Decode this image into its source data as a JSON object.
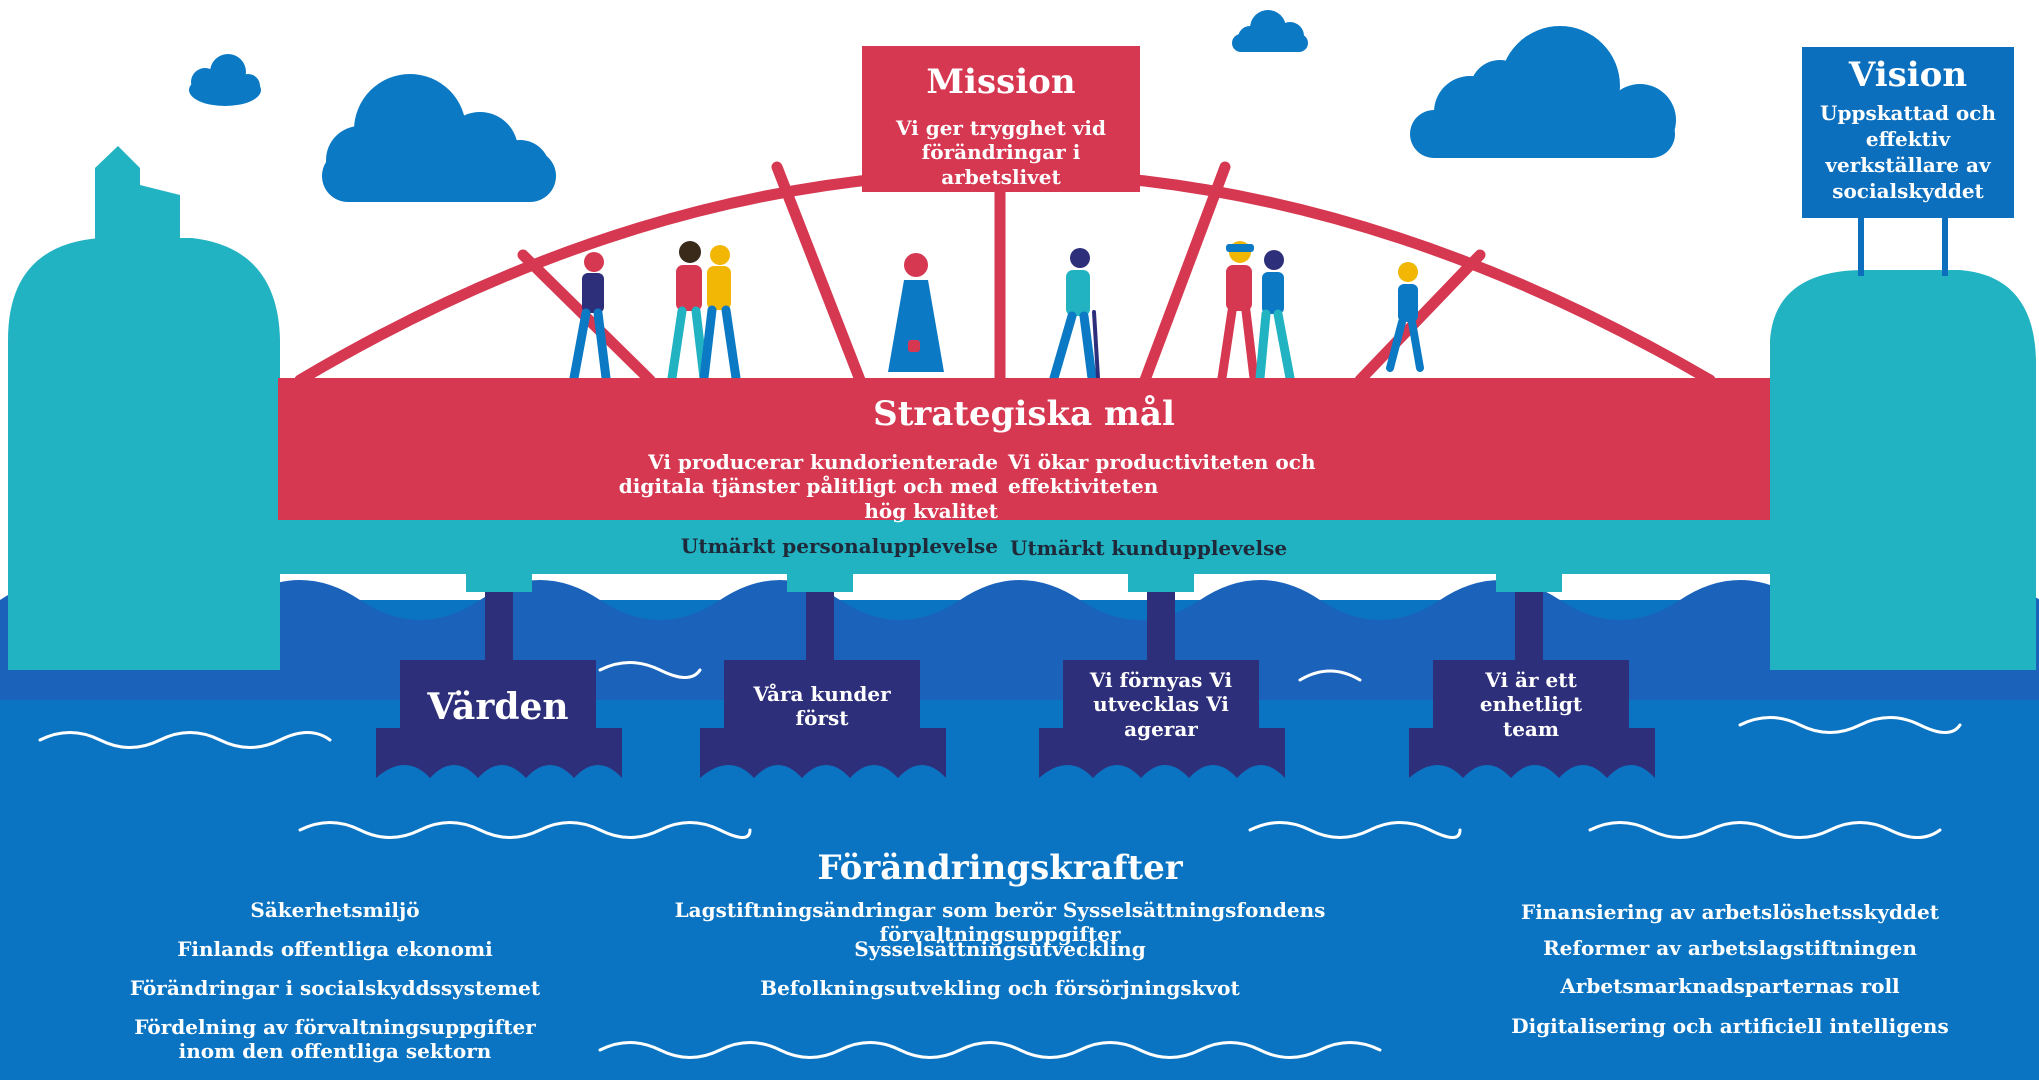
{
  "colors": {
    "sky": "#ffffff",
    "cloud": "#0c79c4",
    "water": "#0a74c2",
    "water_band": "#1b62bb",
    "teal": "#22b3c2",
    "red": "#d63851",
    "navy": "#2e2f7b",
    "vision_box": "#0c6fbd",
    "wave_line": "#ffffff"
  },
  "mission": {
    "title": "Mission",
    "text": "Vi ger trygghet vid förändringar i arbetslivet"
  },
  "vision": {
    "title": "Vision",
    "text": "Uppskattad och effektiv verkställare av socialskyddet"
  },
  "strategic": {
    "title": "Strategiska mål",
    "goal_left": "Vi producerar kundorienterade digitala tjänster pålitligt och med hög kvalitet",
    "goal_right": "Vi ökar productiviteten och effektiviteten",
    "experience_left": "Utmärkt personalupplevelse",
    "experience_right": "Utmärkt kundupplevelse"
  },
  "values": {
    "title": "Värden",
    "items": [
      "Våra kunder först",
      "Vi förnyas Vi utvecklas Vi agerar",
      "Vi är ett enhetligt team"
    ]
  },
  "forces": {
    "title": "Förändringskrafter",
    "left": [
      "Säkerhetsmiljö",
      "Finlands offentliga ekonomi",
      "Förändringar i socialskyddssystemet",
      "Fördelning av förvaltningsuppgifter inom den offentliga sektorn"
    ],
    "center": [
      "Lagstiftningsändringar som berör Sysselsättningsfondens förvaltningsuppgifter",
      "Sysselsättningsutveckling",
      "Befolkningsutvekling och försörjningskvot"
    ],
    "right": [
      "Finansiering av arbetslöshetsskyddet",
      "Reformer av arbetslagstiftningen",
      "Arbetsmarknadsparternas roll",
      "Digitalisering och artificiell intelligens"
    ]
  }
}
